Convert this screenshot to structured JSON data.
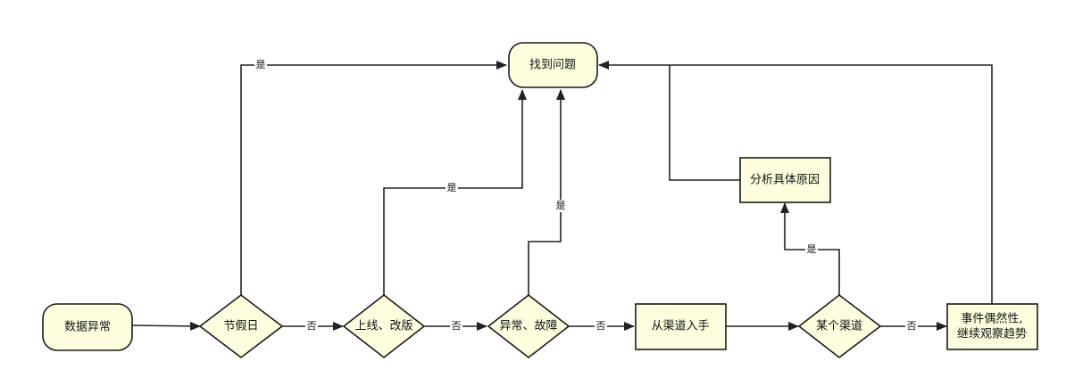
{
  "nodes": {
    "data_anomaly": "数据异常",
    "holiday": "节假日",
    "release": "上线、改版",
    "fault": "异常、故障",
    "found_problem": "找到问题",
    "channel_start": "从渠道入手",
    "some_channel": "某个渠道",
    "analyze_cause": "分析具体原因",
    "accidental_line1": "事件偶然性,",
    "accidental_line2": "继续观察趋势"
  },
  "edge_labels": {
    "holiday_yes": "是",
    "holiday_no": "否",
    "release_yes": "是",
    "release_no": "否",
    "fault_yes": "是",
    "fault_no": "否",
    "channel_yes": "是",
    "channel_no": "否"
  }
}
